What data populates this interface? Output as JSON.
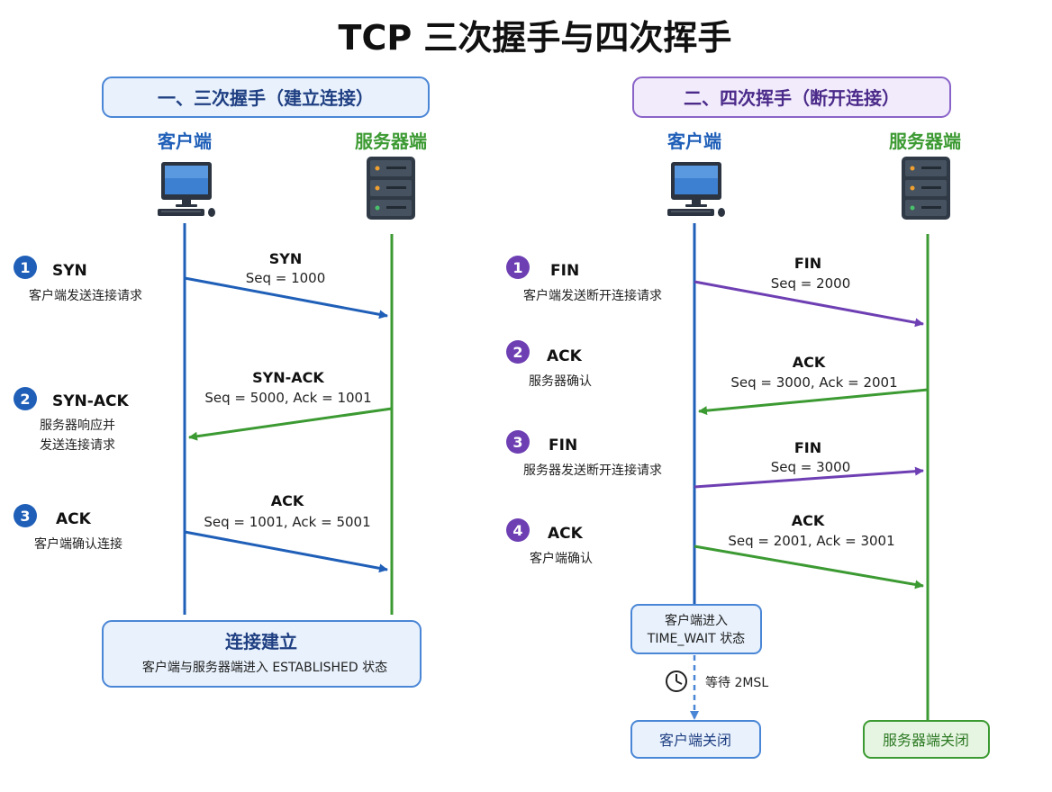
{
  "title": "TCP 三次握手与四次挥手",
  "colors": {
    "blue": "#1f5fb8",
    "green": "#3c9a32",
    "purple": "#6e3fb3",
    "blue_fill": "#e8f1fc",
    "purple_fill": "#f1ebfb",
    "green_fill": "#e6f5e1"
  },
  "handshake": {
    "header": "一、三次握手（建立连接）",
    "client_label": "客户端",
    "server_label": "服务器端",
    "steps": [
      {
        "num": "1",
        "name": "SYN",
        "desc": [
          "客户端发送连接请求"
        ],
        "msg_title": "SYN",
        "msg_detail": "Seq = 1000",
        "direction": "client-to-server",
        "color": "blue"
      },
      {
        "num": "2",
        "name": "SYN-ACK",
        "desc": [
          "服务器响应并",
          "发送连接请求"
        ],
        "msg_title": "SYN-ACK",
        "msg_detail": "Seq = 5000, Ack = 1001",
        "direction": "server-to-client",
        "color": "green"
      },
      {
        "num": "3",
        "name": "ACK",
        "desc": [
          "客户端确认连接"
        ],
        "msg_title": "ACK",
        "msg_detail": "Seq = 1001, Ack = 5001",
        "direction": "client-to-server",
        "color": "blue"
      }
    ],
    "result_title": "连接建立",
    "result_desc": "客户端与服务器端进入 ESTABLISHED 状态"
  },
  "wave": {
    "header": "二、四次挥手（断开连接）",
    "client_label": "客户端",
    "server_label": "服务器端",
    "steps": [
      {
        "num": "1",
        "name": "FIN",
        "desc": [
          "客户端发送断开连接请求"
        ],
        "msg_title": "FIN",
        "msg_detail": "Seq = 2000",
        "direction": "client-to-server",
        "color": "purple"
      },
      {
        "num": "2",
        "name": "ACK",
        "desc": [
          "服务器确认"
        ],
        "msg_title": "ACK",
        "msg_detail": "Seq = 3000, Ack = 2001",
        "direction": "server-to-client",
        "color": "green"
      },
      {
        "num": "3",
        "name": "FIN",
        "desc": [
          "服务器发送断开连接请求"
        ],
        "msg_title": "FIN",
        "msg_detail": "Seq = 3000",
        "direction": "client-to-server",
        "color": "purple"
      },
      {
        "num": "4",
        "name": "ACK",
        "desc": [
          "客户端确认"
        ],
        "msg_title": "ACK",
        "msg_detail": "Seq = 2001, Ack = 3001",
        "direction": "client-to-server",
        "color": "green"
      }
    ],
    "time_wait": [
      "客户端进入",
      "TIME_WAIT 状态"
    ],
    "wait_label": "等待 2MSL",
    "client_closed": "客户端关闭",
    "server_closed": "服务器端关闭"
  }
}
